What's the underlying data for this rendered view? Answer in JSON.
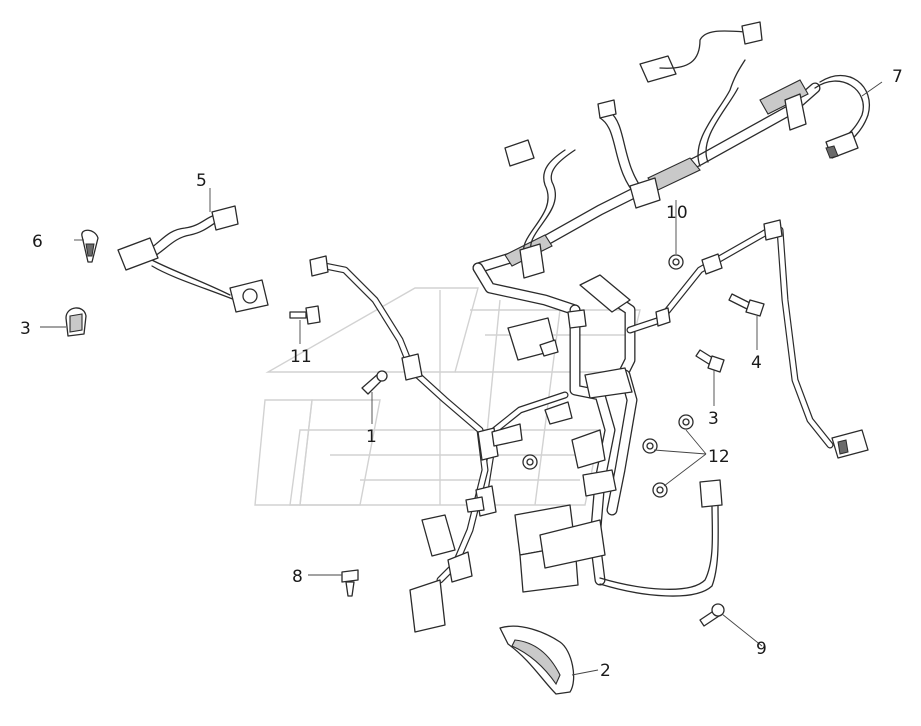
{
  "diagram": {
    "callouts": {
      "c1": "1",
      "c2": "2",
      "c3a": "3",
      "c3b": "3",
      "c4": "4",
      "c5": "5",
      "c6": "6",
      "c7": "7",
      "c8": "8",
      "c9": "9",
      "c10": "10",
      "c11": "11",
      "c12": "12"
    }
  }
}
